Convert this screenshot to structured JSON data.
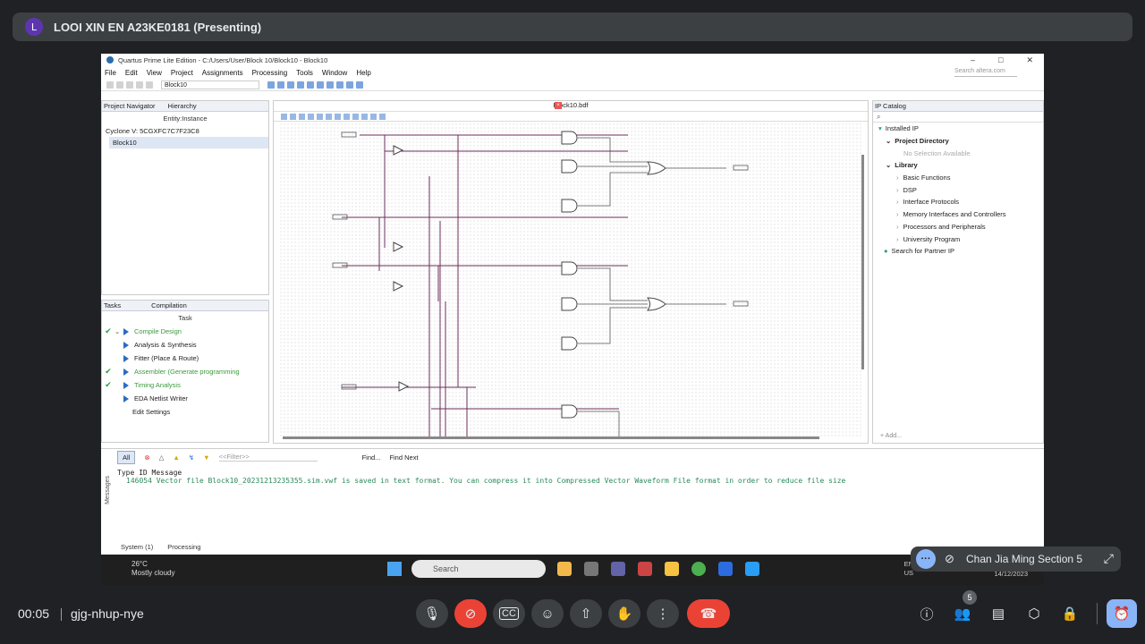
{
  "meet": {
    "avatar_letter": "L",
    "presenting_title": "LOOI XIN EN A23KE0181 (Presenting)",
    "elapsed": "00:05",
    "meeting_code": "gjg-nhup-nye",
    "pip_name": "Chan Jia Ming Section 5",
    "people_count": "5"
  },
  "quartus": {
    "window_title": "Quartus Prime Lite Edition - C:/Users/User/Block 10/Block10 - Block10",
    "menu": [
      "File",
      "Edit",
      "View",
      "Project",
      "Assignments",
      "Processing",
      "Tools",
      "Window",
      "Help"
    ],
    "search_placeholder": "Search altera.com",
    "toolbar_select": "Block10",
    "project_navigator": {
      "title": "Project Navigator",
      "mode": "Hierarchy",
      "column": "Entity:Instance",
      "device": "Cyclone V: 5CGXFC7C7F23C8",
      "entity": "Block10"
    },
    "tasks": {
      "title": "Tasks",
      "mode": "Compilation",
      "column": "Task",
      "items": [
        {
          "label": "Compile Design",
          "done": "✔"
        },
        {
          "label": "Analysis & Synthesis",
          "done": ""
        },
        {
          "label": "Fitter (Place & Route)",
          "done": ""
        },
        {
          "label": "Assembler (Generate programming files)",
          "done": "✔"
        },
        {
          "label": "Timing Analysis",
          "done": "✔"
        },
        {
          "label": "EDA Netlist Writer",
          "done": ""
        },
        {
          "label": "Edit Settings",
          "done": ""
        }
      ]
    },
    "editor_tab": "Block10.bdf",
    "ip_catalog": {
      "title": "IP Catalog",
      "items": [
        {
          "label": "Installed IP",
          "style": ""
        },
        {
          "label": "Project Directory",
          "style": "b"
        },
        {
          "label": "No Selection Available",
          "style": "muted"
        },
        {
          "label": "Library",
          "style": "b"
        },
        {
          "label": "Basic Functions",
          "style": ""
        },
        {
          "label": "DSP",
          "style": ""
        },
        {
          "label": "Interface Protocols",
          "style": ""
        },
        {
          "label": "Memory Interfaces and Controllers",
          "style": ""
        },
        {
          "label": "Processors and Peripherals",
          "style": ""
        },
        {
          "label": "University Program",
          "style": ""
        },
        {
          "label": "Search for Partner IP",
          "style": ""
        }
      ],
      "add_label": "+ Add..."
    },
    "messages": {
      "all": "All",
      "filter_placeholder": "<<Filter>>",
      "find": "Find...",
      "find_next": "Find Next",
      "head": "Type  ID    Message",
      "line": "146054 Vector file Block10_20231213235355.sim.vwf is saved in text format. You can compress it into Compressed Vector Waveform File format in order to reduce file size",
      "tabs": [
        "System (1)",
        "Processing"
      ],
      "side": "Messages"
    }
  },
  "taskbar": {
    "temp": "26°C",
    "weather": "Mostly cloudy",
    "search": "Search",
    "lang1": "EN",
    "lang2": "US",
    "date": "14/12/2023"
  }
}
